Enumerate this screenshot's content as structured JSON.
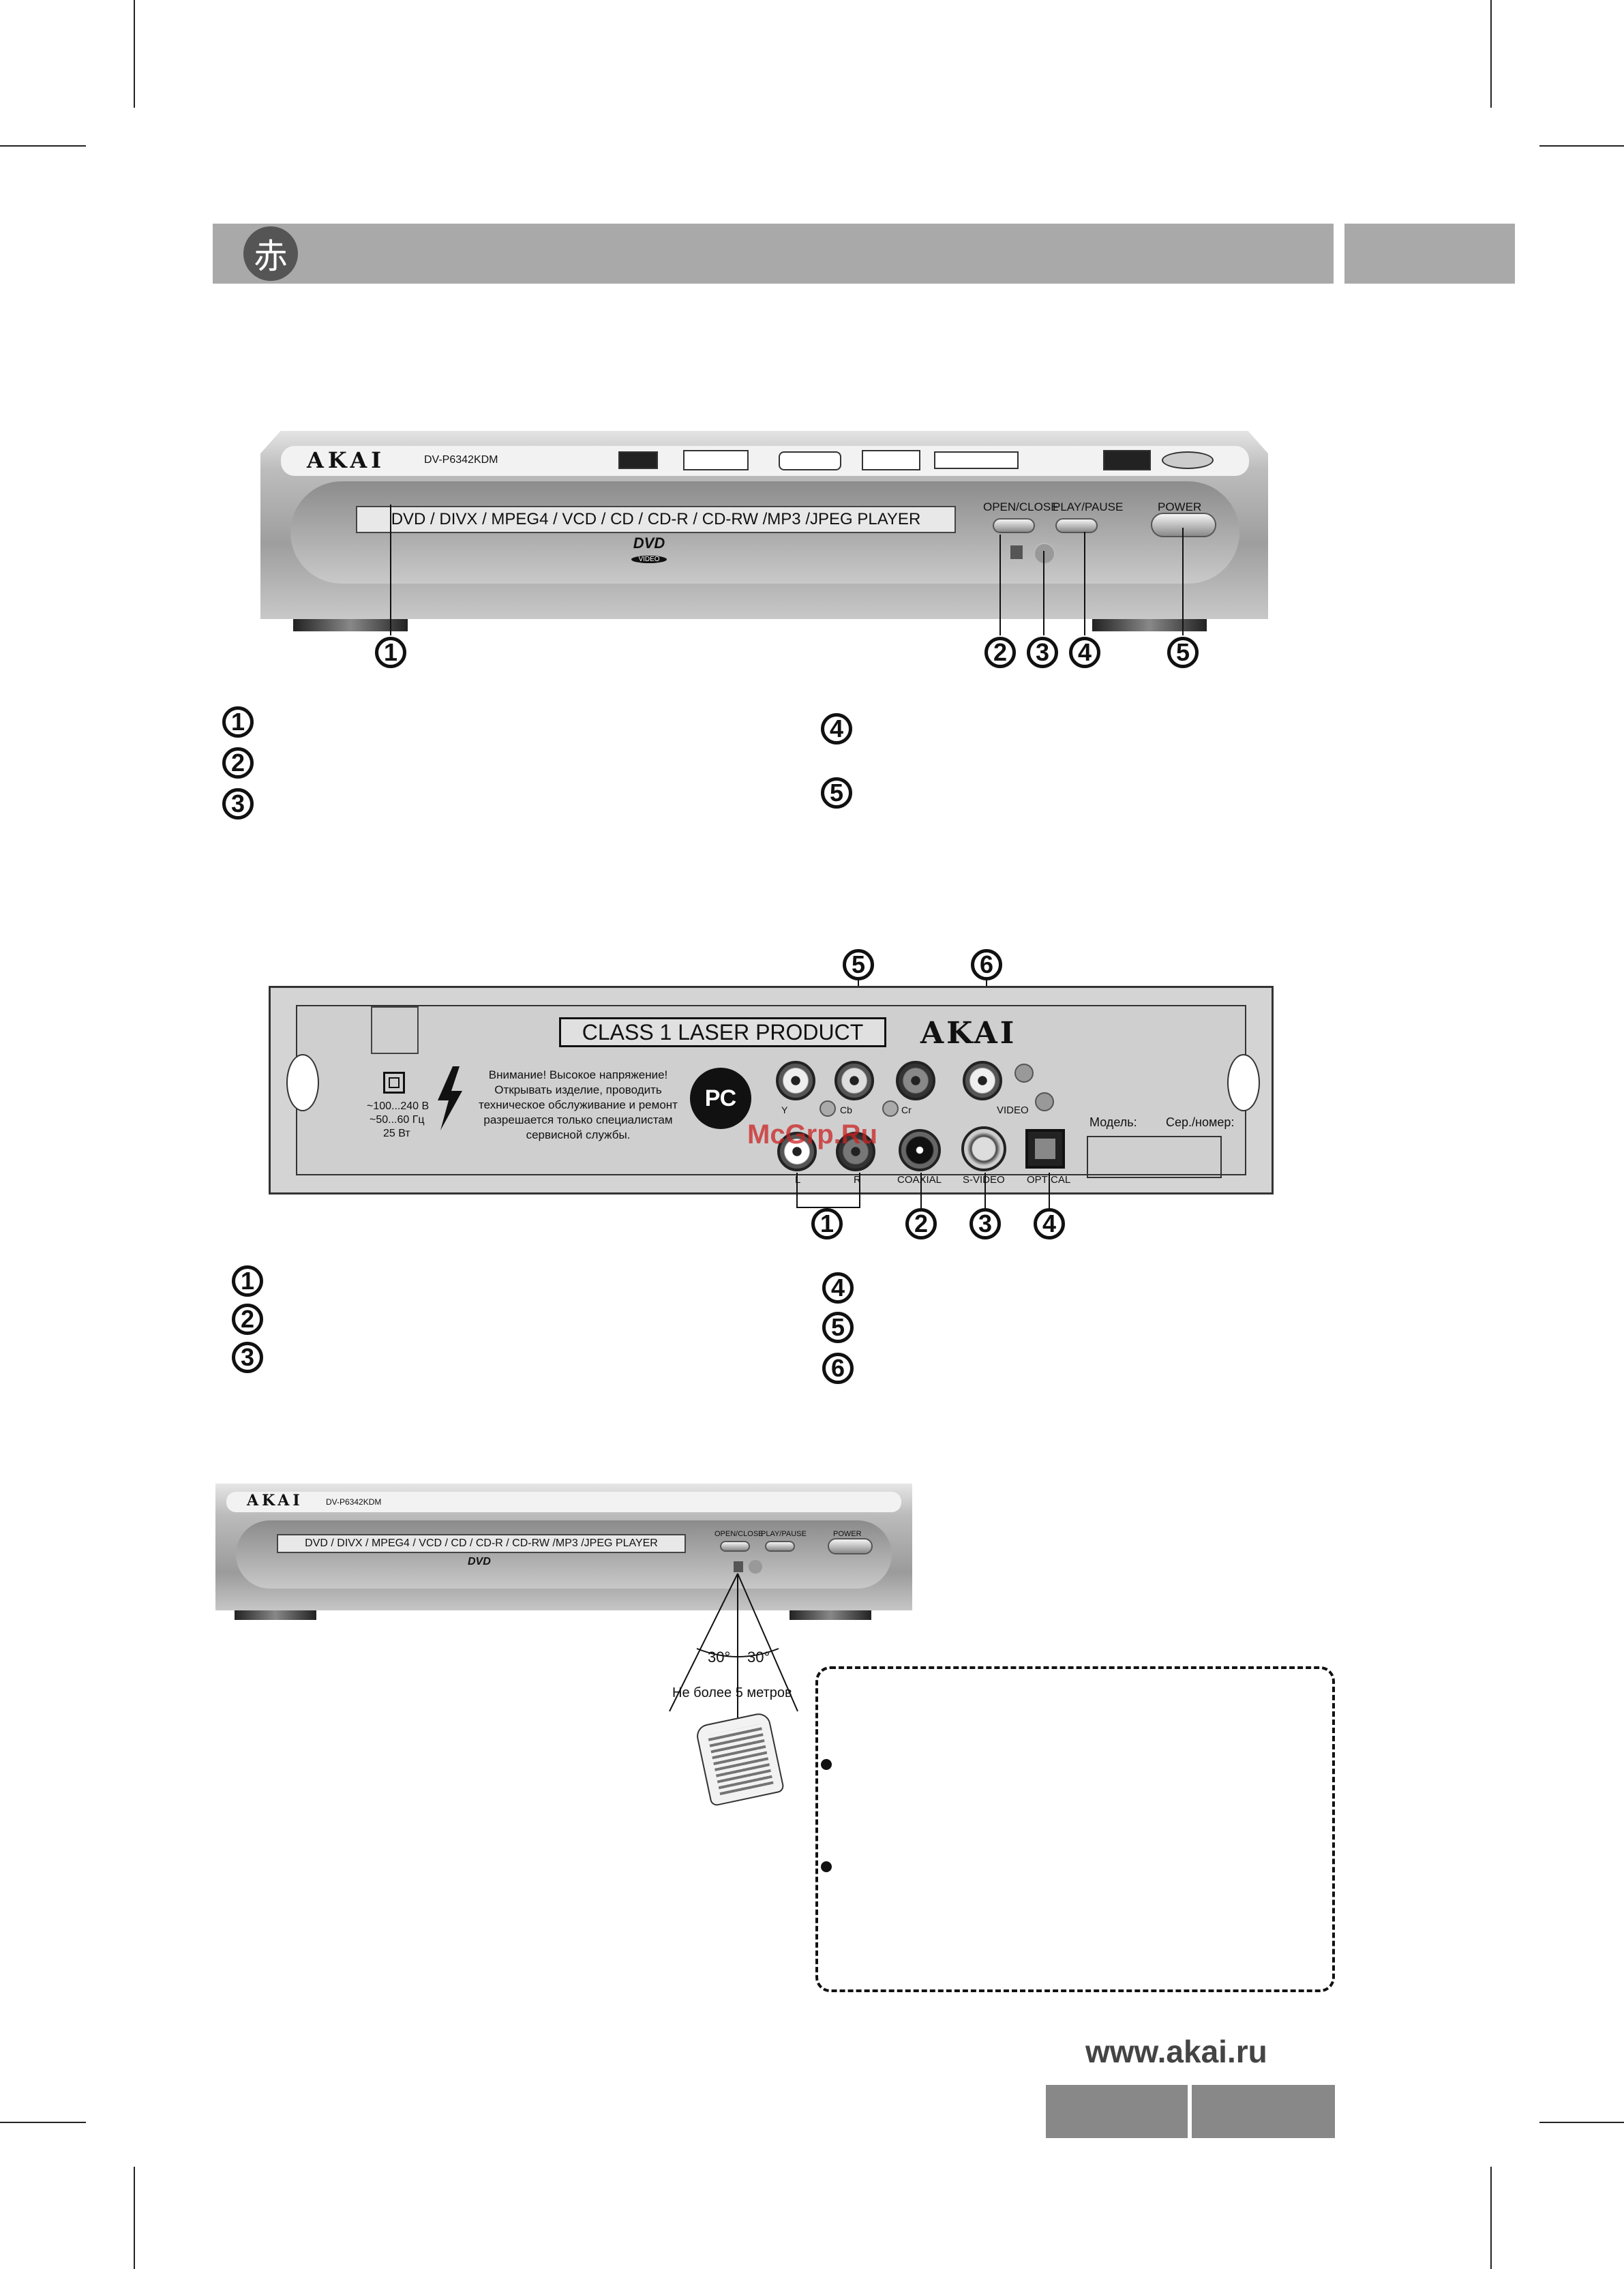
{
  "header": {
    "kanji": "赤"
  },
  "front_panel": {
    "brand": "AKAI",
    "model": "DV-P6342KDM",
    "display_text": "DVD / DIVX / MPEG4 / VCD / CD / CD-R / CD-RW /MP3 /JPEG PLAYER",
    "dvd_logo": "DVD",
    "dvd_logo_sub": "VIDEO",
    "open_close_label": "OPEN/CLOSE",
    "play_pause_label": "PLAY/PAUSE",
    "power_label": "POWER",
    "callouts": [
      "1",
      "2",
      "3",
      "4",
      "5"
    ]
  },
  "front_legend": {
    "left": [
      "1",
      "2",
      "3"
    ],
    "right": [
      "4",
      "5"
    ]
  },
  "rear_panel": {
    "laser_label": "CLASS 1 LASER PRODUCT",
    "brand": "AKAI",
    "warning_lines": [
      "Внимание! Высокое напряжение!",
      "Открывать изделие, проводить",
      "техническое обслуживание и ремонт",
      "разрешается только специалистам",
      "сервисной службы."
    ],
    "power_lines": [
      "~100...240 В",
      "~50...60 Гц",
      "25 Вт"
    ],
    "jack_y": "Y",
    "jack_cb": "Cb",
    "jack_cr": "Cr",
    "jack_l": "L",
    "jack_r": "R",
    "coaxial_label": "COAXIAL",
    "svideo_label": "S-VIDEO",
    "optical_label": "OPTICAL",
    "video_label": "VIDEO",
    "model_label": "Модель:",
    "serial_label": "Сер./номер:",
    "watermark": "McGrp.Ru",
    "callouts_top": [
      "5",
      "6"
    ],
    "callouts_bottom": [
      "1",
      "2",
      "3",
      "4"
    ]
  },
  "rear_legend": {
    "left": [
      "1",
      "2",
      "3"
    ],
    "right": [
      "4",
      "5",
      "6"
    ]
  },
  "remote_diagram": {
    "brand": "AKAI",
    "model": "DV-P6342KDM",
    "display_text": "DVD / DIVX / MPEG4 / VCD / CD / CD-R / CD-RW /MP3 /JPEG PLAYER",
    "open_close_label": "OPEN/CLOSE",
    "play_pause_label": "PLAY/PAUSE",
    "power_label": "POWER",
    "dvd_logo": "DVD",
    "angle_left": "30°",
    "angle_right": "30°",
    "distance_label": "Не более 5 метров"
  },
  "footer": {
    "url": "www.akai.ru"
  }
}
